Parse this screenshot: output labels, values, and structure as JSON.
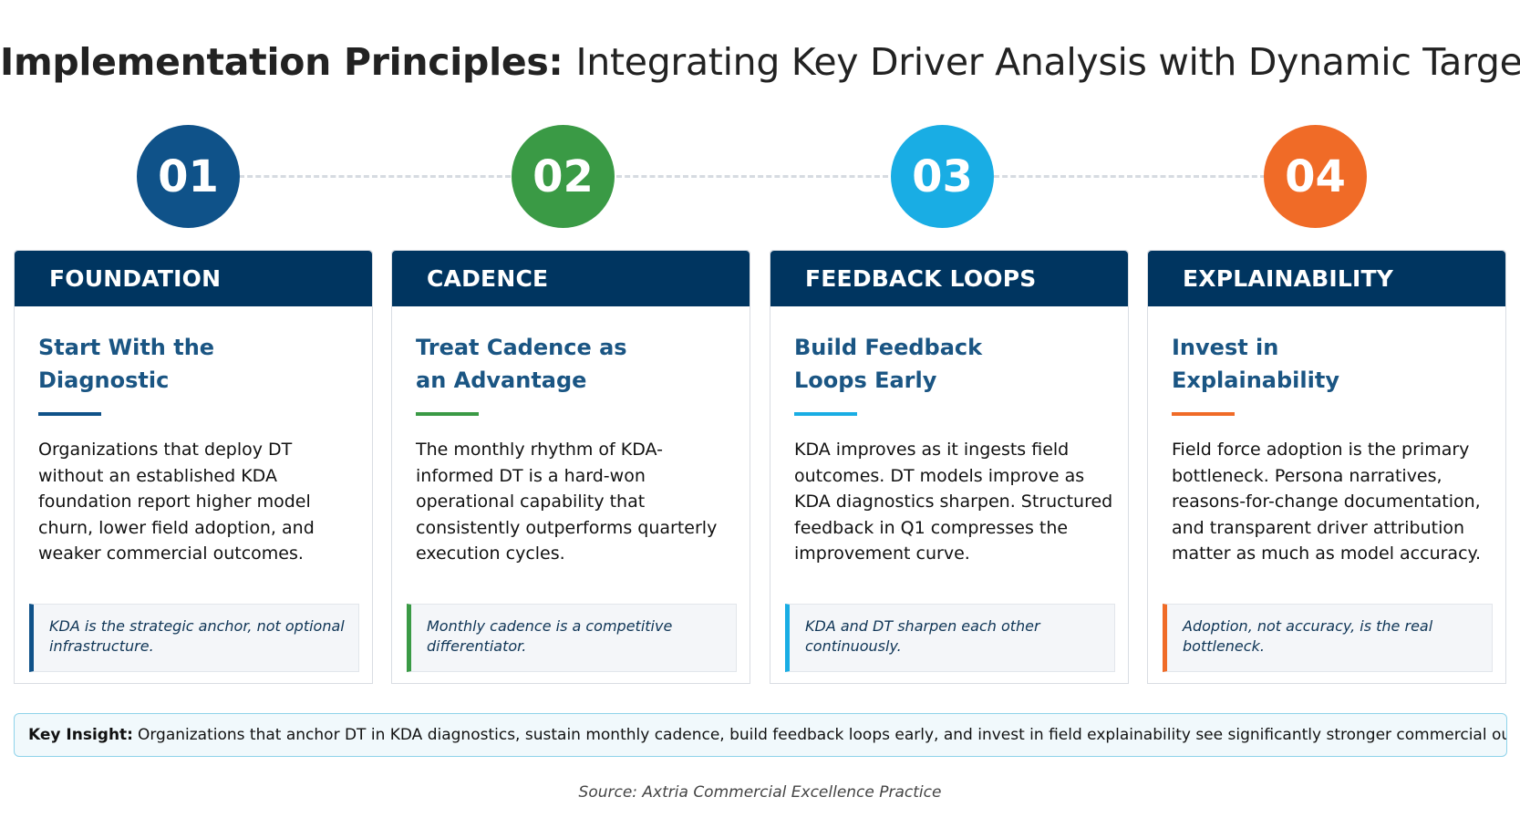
{
  "title": {
    "bold": "Implementation Principles:",
    "light": "Integrating Key Driver Analysis with Dynamic Targeting"
  },
  "steps": [
    {
      "number": "01",
      "color": "#0f5289",
      "header": "FOUNDATION",
      "subtitle_line1": "Start With the",
      "subtitle_line2": "Diagnostic",
      "body": "Organizations that deploy DT without an established KDA foundation report higher model churn, lower field adoption, and weaker commercial outcomes.",
      "quote": "KDA is the strategic anchor, not optional infrastructure."
    },
    {
      "number": "02",
      "color": "#3a9a45",
      "header": "CADENCE",
      "subtitle_line1": "Treat Cadence as",
      "subtitle_line2": "an Advantage",
      "body": "The monthly rhythm of KDA-informed DT is a hard-won operational capability that consistently outperforms quarterly execution cycles.",
      "quote": "Monthly cadence is a competitive differentiator."
    },
    {
      "number": "03",
      "color": "#19ade4",
      "header": "FEEDBACK LOOPS",
      "subtitle_line1": "Build Feedback",
      "subtitle_line2": "Loops Early",
      "body": "KDA improves as it ingests field outcomes. DT models improve as KDA diagnostics sharpen. Structured feedback in Q1 compresses the improvement curve.",
      "quote": "KDA and DT sharpen each other continuously."
    },
    {
      "number": "04",
      "color": "#f06b27",
      "header": "EXPLAINABILITY",
      "subtitle_line1": "Invest in",
      "subtitle_line2": "Explainability",
      "body": "Field force adoption is the primary bottleneck. Persona narratives, reasons-for-change documentation, and transparent driver attribution matter as much as model accuracy.",
      "quote": "Adoption, not accuracy, is the real bottleneck."
    }
  ],
  "insight": {
    "label": "Key Insight:",
    "text": "Organizations that anchor DT in KDA diagnostics, sustain monthly cadence, build feedback loops early, and invest in field explainability see significantly stronger commercial outcomes."
  },
  "source": "Source: Axtria Commercial Excellence Practice"
}
